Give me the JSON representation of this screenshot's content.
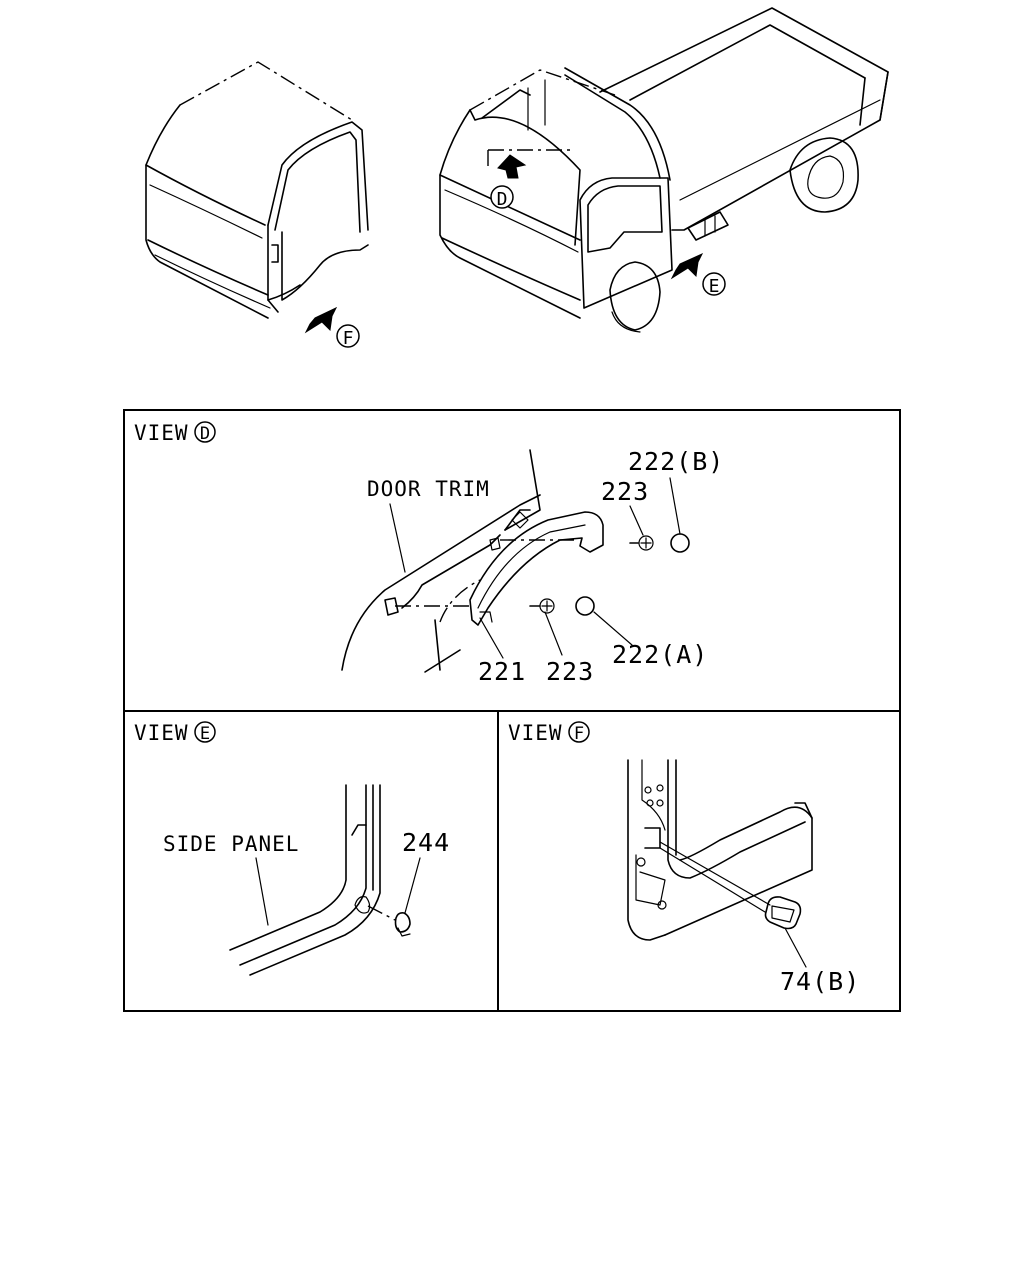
{
  "views": {
    "d": {
      "title": "VIEW",
      "letter": "D"
    },
    "e": {
      "title": "VIEW",
      "letter": "E"
    },
    "f": {
      "title": "VIEW",
      "letter": "F"
    }
  },
  "overview": {
    "marker_d": "D",
    "marker_e": "E",
    "marker_f": "F"
  },
  "labels": {
    "door_trim": "DOOR TRIM",
    "side_panel": "SIDE PANEL"
  },
  "parts": {
    "p221": "221",
    "p222a": "222(A)",
    "p222b": "222(B)",
    "p223_top": "223",
    "p223_bottom": "223",
    "p244": "244",
    "p74b": "74(B)"
  }
}
